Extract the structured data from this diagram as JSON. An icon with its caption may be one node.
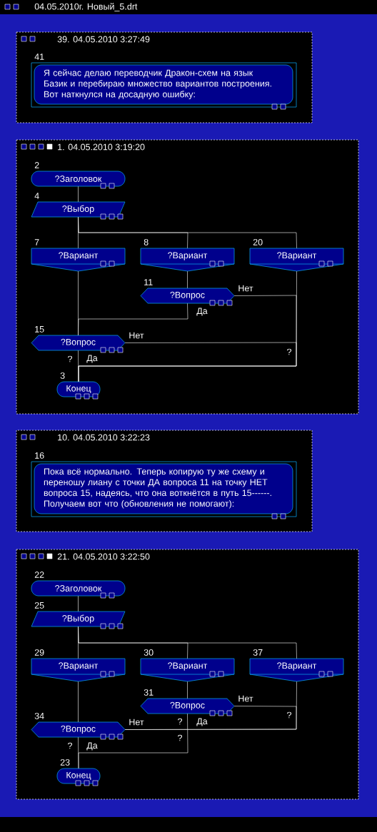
{
  "diagram": {
    "title": "04.05.2010г. Новый_5.drt",
    "nodes": [
      {
        "text": [
          "39. 04.05.2010 3:27:49"
        ]
      },
      {
        "text": [
          "Я сейчас делаю переводчик Дракон-схем на язык Базик и перебираю множество вариантов построения. Вот наткнулся на досадную ошибку:"
        ],
        "beside": [
          "41"
        ],
        "in": 0
      },
      {
        "text": [
          "1. 04.05.2010 3:19:20"
        ]
      },
      {
        "text": [
          "?Заголовок"
        ],
        "beside": [
          "2"
        ],
        "in": 2
      },
      {
        "text": [
          "?Выбор"
        ],
        "beside": [
          "4"
        ],
        "in": 2
      },
      {
        "text": [
          "?Вариант"
        ],
        "beside": [
          "7"
        ],
        "in": 2
      },
      {
        "text": [
          "?Вариант"
        ],
        "beside": [
          "8"
        ],
        "in": 2
      },
      {
        "text": [
          "?Вариант"
        ],
        "beside": [
          "20"
        ],
        "in": 2
      },
      {
        "text": [
          "?Вопрос"
        ],
        "beside": [
          "11"
        ],
        "in": 2
      },
      {
        "text": [
          "?Вопрос"
        ],
        "beside": [
          "15"
        ],
        "in": 2
      },
      {
        "text": [
          "Конец"
        ],
        "beside": [
          "3"
        ],
        "in": 2
      },
      {
        "text": [
          "10. 04.05.2010 3:22:23"
        ]
      },
      {
        "text": [
          "Пока всё нормально. Теперь копирую ту же схему и переношу лиану с точки ДА вопроса 11 на точку НЕТ вопроса 15, надеясь, что она воткнётся в путь 15------. Получаем вот что (обновления не помогают):"
        ],
        "beside": [
          "16"
        ],
        "in": 11
      },
      {
        "text": [
          "21. 04.05.2010 3:22:50"
        ]
      },
      {
        "text": [
          "?Заголовок"
        ],
        "beside": [
          "22"
        ],
        "in": 13
      },
      {
        "text": [
          "?Выбор"
        ],
        "beside": [
          "25"
        ],
        "in": 13
      },
      {
        "text": [
          "?Вариант"
        ],
        "beside": [
          "29"
        ],
        "in": 13
      },
      {
        "text": [
          "?Вариант"
        ],
        "beside": [
          "30"
        ],
        "in": 13
      },
      {
        "text": [
          "?Вариант"
        ],
        "beside": [
          "37"
        ],
        "in": 13
      },
      {
        "text": [
          "?Вопрос"
        ],
        "beside": [
          "31"
        ],
        "in": 13
      },
      {
        "text": [
          "?Вопрос"
        ],
        "beside": [
          "34"
        ],
        "in": 13
      },
      {
        "text": [
          "Конец"
        ],
        "beside": [
          "23"
        ],
        "in": 13
      }
    ],
    "edges": [
      {
        "from": 3,
        "to": 4,
        "arrow": "none"
      },
      {
        "from": 4,
        "to": 5,
        "arrow": "none"
      },
      {
        "from": 4,
        "to": 6,
        "arrow": "none"
      },
      {
        "from": 4,
        "to": 7,
        "arrow": "none"
      },
      {
        "from": 6,
        "to": 8,
        "arrow": "none"
      },
      {
        "from": 5,
        "to": 9,
        "arrow": "none"
      },
      {
        "from": 8,
        "to": 9,
        "arrow": "none",
        "label": "Да"
      },
      {
        "from": 8,
        "to": 10,
        "arrow": "none",
        "label": "Нет"
      },
      {
        "from": 7,
        "to": 10,
        "arrow": "none"
      },
      {
        "from": 9,
        "to": 10,
        "arrow": "none",
        "label": "Да"
      },
      {
        "from": 9,
        "to": 10,
        "arrow": "none",
        "label": "Нет"
      },
      {
        "from": 14,
        "to": 15,
        "arrow": "none"
      },
      {
        "from": 15,
        "to": 16,
        "arrow": "none"
      },
      {
        "from": 15,
        "to": 17,
        "arrow": "none"
      },
      {
        "from": 15,
        "to": 18,
        "arrow": "none"
      },
      {
        "from": 17,
        "to": 19,
        "arrow": "none"
      },
      {
        "from": 16,
        "to": 20,
        "arrow": "none"
      },
      {
        "from": 19,
        "to": 20,
        "arrow": "none",
        "label": "Нет"
      },
      {
        "from": 20,
        "to": 18,
        "arrow": "none",
        "label": "Нет"
      },
      {
        "from": 19,
        "to": 21,
        "arrow": "none",
        "label": "Да"
      },
      {
        "from": 20,
        "to": 21,
        "arrow": "none",
        "label": "Да"
      }
    ],
    "labels": [
      "?",
      "?",
      "?",
      "?",
      "?",
      "?"
    ]
  }
}
